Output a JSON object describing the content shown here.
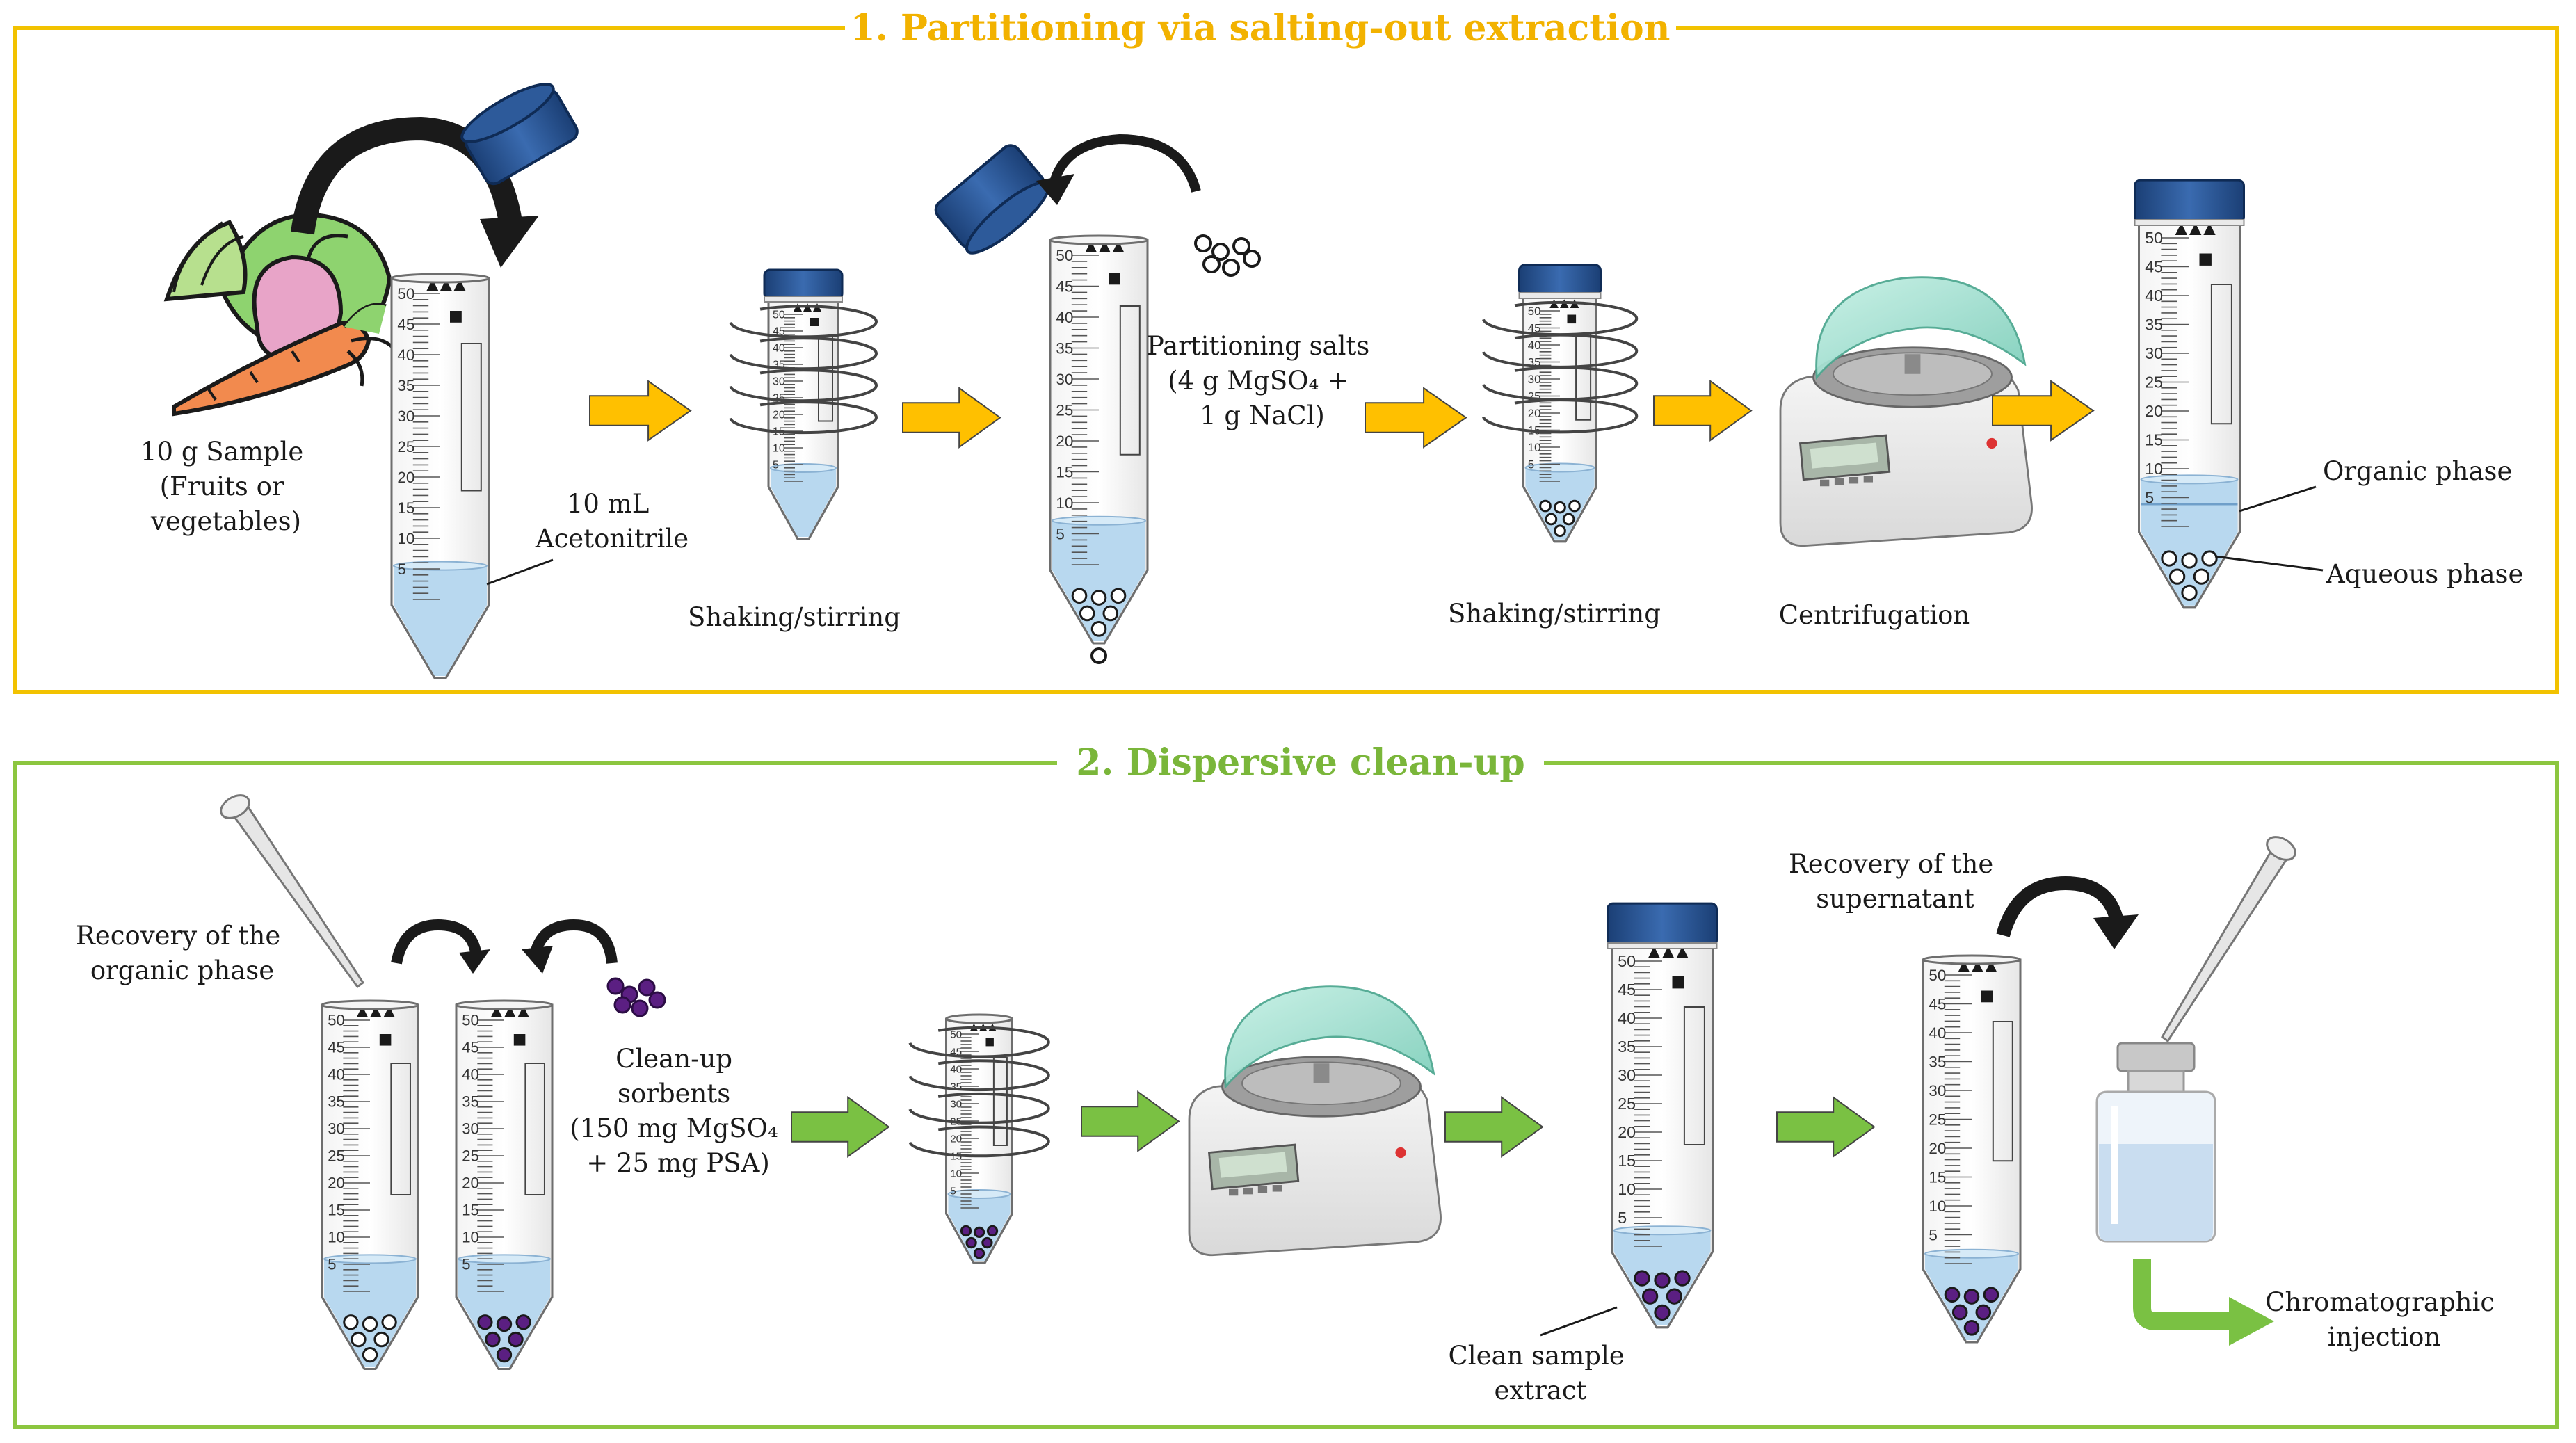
{
  "panel1": {
    "title": "1. Partitioning via salting-out extraction",
    "border_color": "#f2c200",
    "title_color": "#f2b200",
    "sample_label": [
      "10 g Sample",
      "(Fruits or",
      "vegetables)"
    ],
    "acetonitrile_label": [
      "10 mL",
      "Acetonitrile"
    ],
    "salts_label": [
      "Partitioning salts",
      "(4 g MgSO₄ +",
      "1 g NaCl)"
    ],
    "shaking_1": "Shaking/stirring",
    "shaking_2": "Shaking/stirring",
    "centrifugation": "Centrifugation",
    "organic_phase": "Organic phase",
    "aqueous_phase": "Aqueous phase"
  },
  "panel2": {
    "title": "2. Dispersive clean-up",
    "border_color": "#8cc63f",
    "title_color": "#7ab63a",
    "recovery_organic": [
      "Recovery of the",
      "organic phase"
    ],
    "sorbents_label": [
      "Clean-up",
      "sorbents",
      "(150 mg MgSO₄",
      "+ 25 mg PSA)"
    ],
    "clean_extract": [
      "Clean sample",
      "extract"
    ],
    "recovery_supernatant": [
      "Recovery of the",
      "supernatant"
    ],
    "chromatographic": [
      "Chromatographic",
      "injection"
    ]
  },
  "tube": {
    "graduations": [
      "50",
      "45",
      "40",
      "35",
      "30",
      "25",
      "20",
      "15",
      "10",
      "5"
    ]
  },
  "colors": {
    "arrow_orange": "#ffc000",
    "arrow_green": "#7ac143",
    "liquid": "#b8d8ef",
    "cap": "#244e8c",
    "sorbent": "#5b1f82",
    "centrifuge_lid": "#a7e3d4"
  }
}
